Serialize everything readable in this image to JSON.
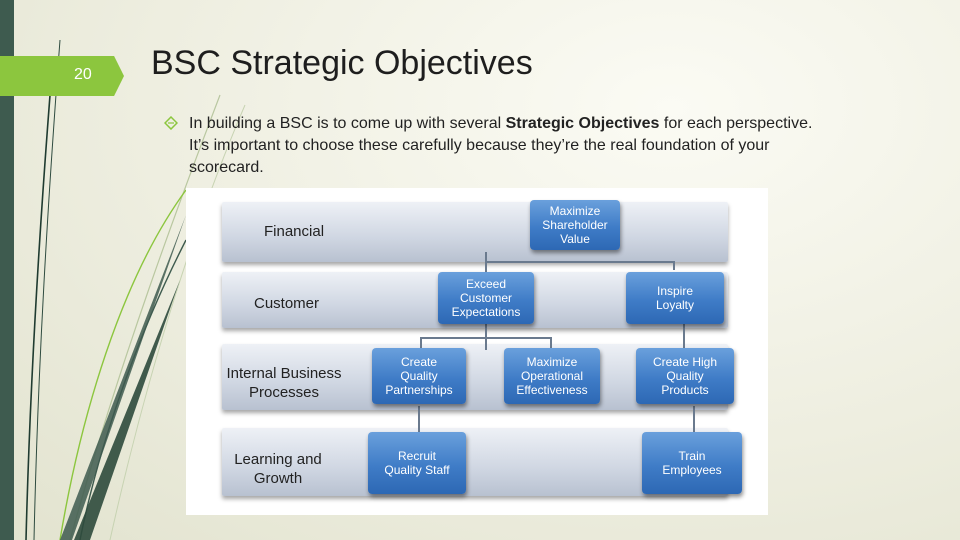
{
  "slide": {
    "number": "20",
    "title": "BSC Strategic Objectives",
    "bullet": {
      "prefix": "In building a BSC is to come up with several ",
      "bold": "Strategic Objectives",
      "suffix": " for each perspective. It’s important to choose these carefully because they’re the real foundation of your scorecard."
    }
  },
  "diagram": {
    "perspectives": [
      {
        "label_line1": "Financial",
        "label_line2": ""
      },
      {
        "label_line1": "Customer",
        "label_line2": ""
      },
      {
        "label_line1": "Internal Business",
        "label_line2": "Processes"
      },
      {
        "label_line1": "Learning and",
        "label_line2": "Growth"
      }
    ],
    "objectives": {
      "maximize_shareholder_value": {
        "line1": "Maximize",
        "line2": "Shareholder",
        "line3": "Value"
      },
      "exceed_customer_expectations": {
        "line1": "Exceed",
        "line2": "Customer",
        "line3": "Expectations"
      },
      "inspire_loyalty": {
        "line1": "Inspire",
        "line2": "Loyalty"
      },
      "create_quality_partnerships": {
        "line1": "Create",
        "line2": "Quality",
        "line3": "Partnerships"
      },
      "maximize_operational_effectiveness": {
        "line1": "Maximize",
        "line2": "Operational",
        "line3": "Effectiveness"
      },
      "create_high_quality_products": {
        "line1": "Create High",
        "line2": "Quality",
        "line3": "Products"
      },
      "recruit_quality_staff": {
        "line1": "Recruit",
        "line2": "Quality Staff"
      },
      "train_employees": {
        "line1": "Train",
        "line2": "Employees"
      }
    },
    "colors": {
      "objective_box": "#3f7cc7",
      "band": "#cfd6e2",
      "connector": "#6a7a8e"
    }
  },
  "theme": {
    "accent": "#8cc63e",
    "sidebar": "#3e5b4f"
  }
}
